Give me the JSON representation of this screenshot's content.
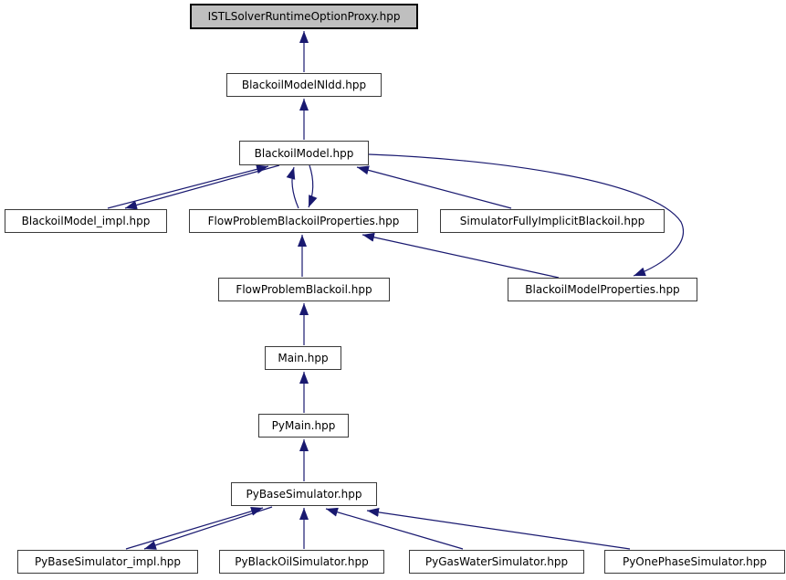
{
  "graph": {
    "kind": "include-dependency-graph",
    "edge_color": "#191970",
    "node_fill": "#ffffff",
    "node_border_color": "#3a3a3a",
    "highlighted_node_fill": "#bfbfbf",
    "highlighted_node_border": "#000000",
    "nodes": [
      {
        "id": "istl-solver-runtime-option-proxy",
        "label": "ISTLSolverRuntimeOptionProxy.hpp",
        "highlighted": true
      },
      {
        "id": "blackoil-model-nldd",
        "label": "BlackoilModelNldd.hpp",
        "highlighted": false
      },
      {
        "id": "blackoil-model",
        "label": "BlackoilModel.hpp",
        "highlighted": false
      },
      {
        "id": "blackoil-model-impl",
        "label": "BlackoilModel_impl.hpp",
        "highlighted": false
      },
      {
        "id": "flow-problem-blackoil-properties",
        "label": "FlowProblemBlackoilProperties.hpp",
        "highlighted": false
      },
      {
        "id": "simulator-fully-implicit-blackoil",
        "label": "SimulatorFullyImplicitBlackoil.hpp",
        "highlighted": false
      },
      {
        "id": "flow-problem-blackoil",
        "label": "FlowProblemBlackoil.hpp",
        "highlighted": false
      },
      {
        "id": "blackoil-model-properties",
        "label": "BlackoilModelProperties.hpp",
        "highlighted": false
      },
      {
        "id": "main",
        "label": "Main.hpp",
        "highlighted": false
      },
      {
        "id": "py-main",
        "label": "PyMain.hpp",
        "highlighted": false
      },
      {
        "id": "py-base-simulator",
        "label": "PyBaseSimulator.hpp",
        "highlighted": false
      },
      {
        "id": "py-base-simulator-impl",
        "label": "PyBaseSimulator_impl.hpp",
        "highlighted": false
      },
      {
        "id": "py-blackoil-simulator",
        "label": "PyBlackOilSimulator.hpp",
        "highlighted": false
      },
      {
        "id": "py-gas-water-simulator",
        "label": "PyGasWaterSimulator.hpp",
        "highlighted": false
      },
      {
        "id": "py-one-phase-simulator",
        "label": "PyOnePhaseSimulator.hpp",
        "highlighted": false
      }
    ],
    "edges": [
      {
        "from": "blackoil-model-nldd",
        "to": "istl-solver-runtime-option-proxy"
      },
      {
        "from": "blackoil-model",
        "to": "blackoil-model-nldd"
      },
      {
        "from": "blackoil-model-impl",
        "to": "blackoil-model"
      },
      {
        "from": "blackoil-model",
        "to": "blackoil-model-impl"
      },
      {
        "from": "flow-problem-blackoil-properties",
        "to": "blackoil-model"
      },
      {
        "from": "blackoil-model",
        "to": "flow-problem-blackoil-properties"
      },
      {
        "from": "simulator-fully-implicit-blackoil",
        "to": "blackoil-model"
      },
      {
        "from": "blackoil-model",
        "to": "blackoil-model-properties"
      },
      {
        "from": "blackoil-model-properties",
        "to": "flow-problem-blackoil-properties"
      },
      {
        "from": "flow-problem-blackoil",
        "to": "flow-problem-blackoil-properties"
      },
      {
        "from": "main",
        "to": "flow-problem-blackoil"
      },
      {
        "from": "py-main",
        "to": "main"
      },
      {
        "from": "py-base-simulator",
        "to": "py-main"
      },
      {
        "from": "py-base-simulator-impl",
        "to": "py-base-simulator"
      },
      {
        "from": "py-base-simulator",
        "to": "py-base-simulator-impl"
      },
      {
        "from": "py-blackoil-simulator",
        "to": "py-base-simulator"
      },
      {
        "from": "py-gas-water-simulator",
        "to": "py-base-simulator"
      },
      {
        "from": "py-one-phase-simulator",
        "to": "py-base-simulator"
      }
    ]
  }
}
